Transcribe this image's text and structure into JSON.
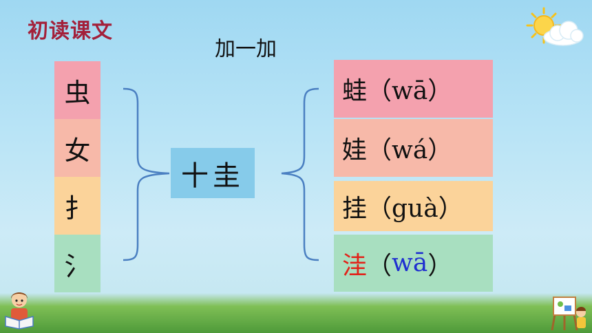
{
  "slide": {
    "title": "初读课文",
    "subtitle": "加一加"
  },
  "left_radicals": [
    {
      "text": "虫",
      "color": "#f4a1ae"
    },
    {
      "text": "女",
      "color": "#f7b9a9"
    },
    {
      "text": "扌",
      "color": "#fbd39a"
    },
    {
      "text": "氵",
      "color": "#a8dfc0"
    }
  ],
  "center_component": {
    "text": "十圭",
    "color": "#86cbea"
  },
  "right_words": [
    {
      "char": "蛙",
      "pinyin": "（wā）",
      "color": "#f4a1ae",
      "char_color": "#111111",
      "pinyin_color": "#111111"
    },
    {
      "char": "娃",
      "pinyin": "（wá）",
      "color": "#f7b9a9",
      "char_color": "#111111",
      "pinyin_color": "#111111"
    },
    {
      "char": "挂",
      "pinyin": "（guà）",
      "color": "#fbd39a",
      "char_color": "#111111",
      "pinyin_color": "#111111"
    },
    {
      "char": "洼",
      "pinyin_open": "（",
      "pinyin_body": "wā",
      "pinyin_close": "）",
      "color": "#a8dfc0",
      "char_color": "#e2231a",
      "pinyin_color": "#1f2fd0"
    }
  ],
  "colors": {
    "title": "#a3203a",
    "brace": "#4a7fc1"
  },
  "icons": [
    "sun-cloud-icon",
    "reading-child-icon",
    "easel-child-icon"
  ]
}
